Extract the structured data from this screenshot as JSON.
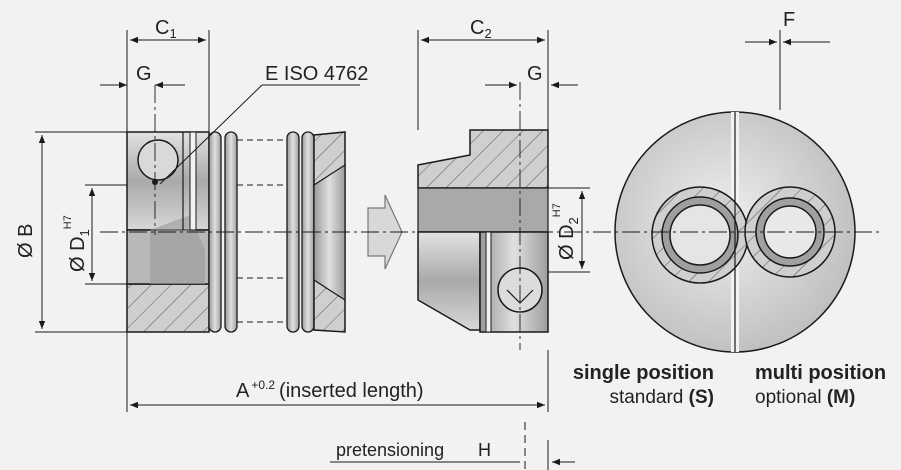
{
  "labels": {
    "c1": "C",
    "c1_sub": "1",
    "c2": "C",
    "c2_sub": "2",
    "f": "F",
    "g_left": "G",
    "g_right": "G",
    "screw": "E ISO 4762",
    "b": "Ø B",
    "d1": "Ø D",
    "d1_sub": "1",
    "d1_sup": "H7",
    "d2": "Ø D",
    "d2_sub": "2",
    "d2_sup": "H7",
    "a": "A",
    "a_tol": "+0.2",
    "a_note": "(inserted length)",
    "pretension": "pretensioning",
    "h": "H"
  },
  "variants": {
    "single": {
      "title": "single position",
      "desc": "standard ",
      "code": "(S)"
    },
    "multi": {
      "title": "multi position",
      "desc": "optional ",
      "code": "(M)"
    }
  },
  "colors": {
    "background": "#f2f2f2",
    "line": "#1a1a1a",
    "metal": "#c9c9c9",
    "metal_dark": "#8c8c8c",
    "arrow_fill": "#d8d8d8"
  }
}
